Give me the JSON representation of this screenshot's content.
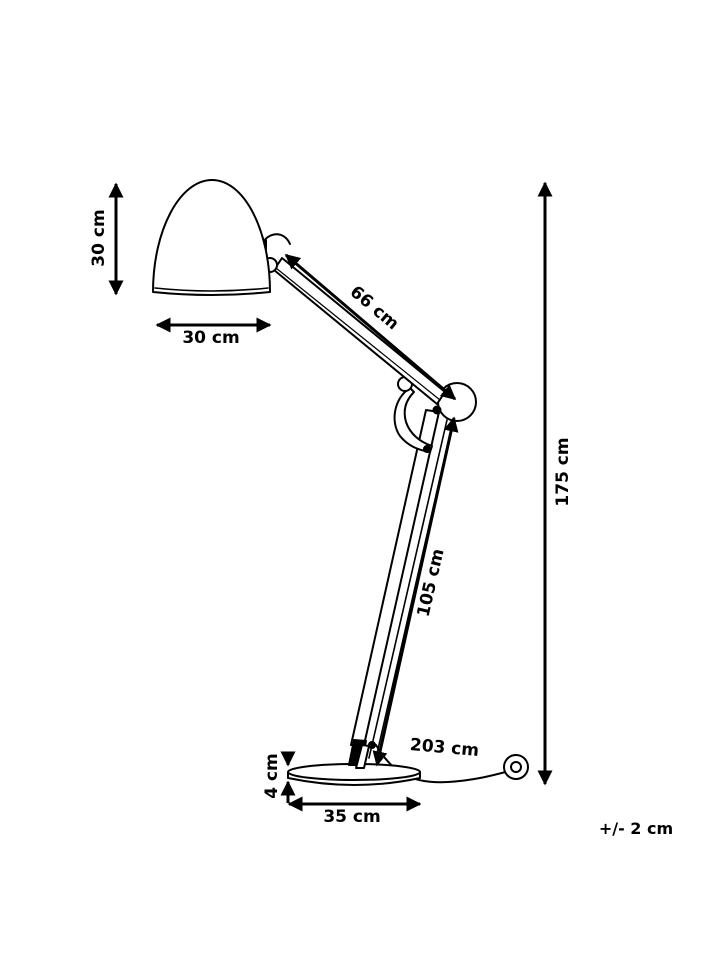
{
  "diagram": {
    "colors": {
      "line": "#000000",
      "fill": "#ffffff"
    },
    "dimensions": {
      "shade_height": "30 cm",
      "shade_width": "30 cm",
      "upper_arm": "66 cm",
      "lower_arm": "105 cm",
      "total_height": "175 cm",
      "cable": "203 cm",
      "base_height": "4 cm",
      "base_width": "35 cm"
    },
    "tolerance": "+/- 2 cm"
  }
}
